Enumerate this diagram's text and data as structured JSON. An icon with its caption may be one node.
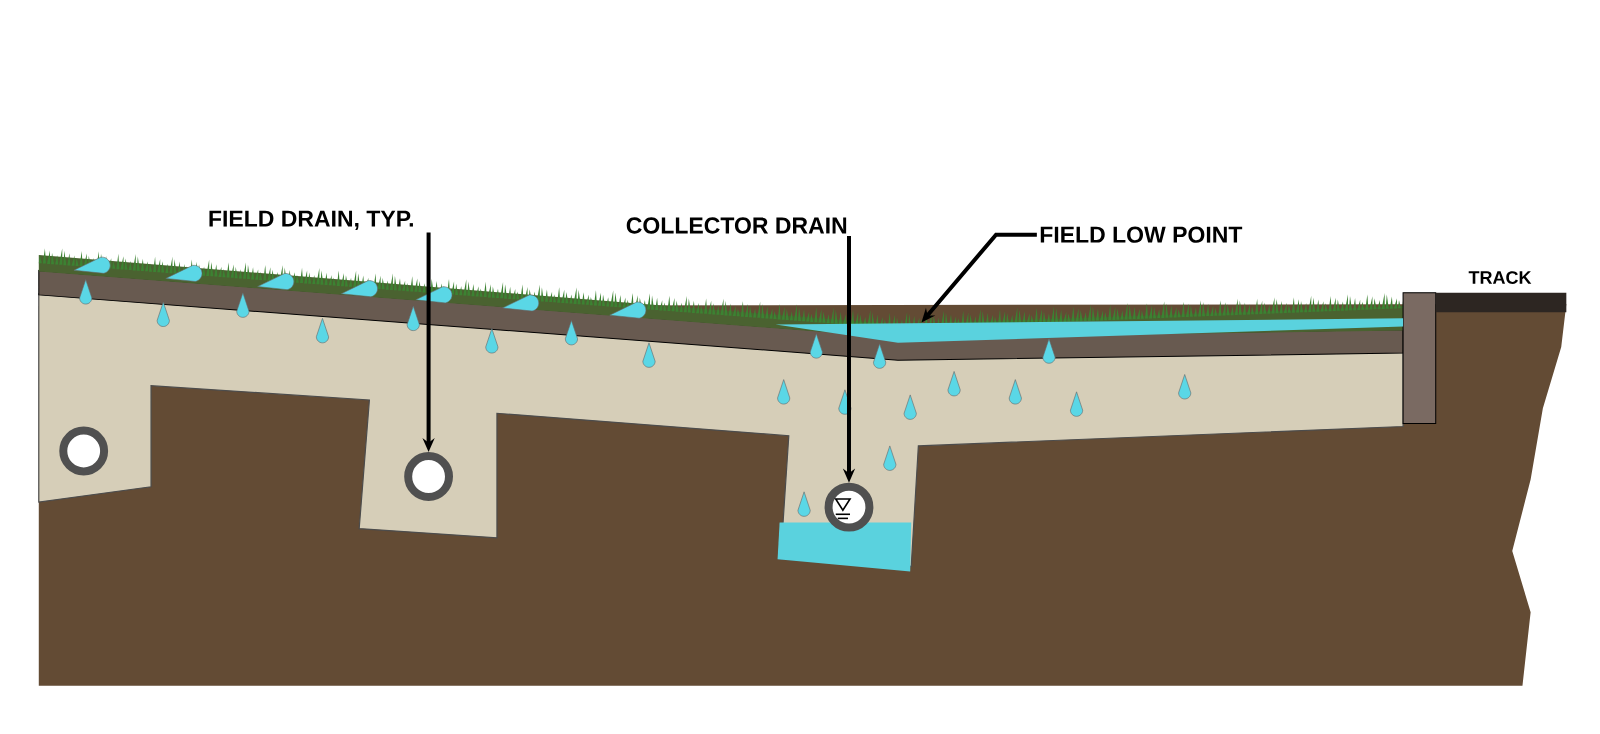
{
  "diagram": {
    "nodes": [
      {
        "text": [],
        "shape": "circle"
      },
      {
        "text": [
          "FIELD DRAIN, TYP."
        ]
      },
      {
        "text": [],
        "shape": "circle"
      },
      {
        "text": [
          "COLLECTOR DRAIN"
        ]
      },
      {
        "text": [],
        "shape": "circle"
      },
      {
        "text": [
          "FIELD LOW POINT"
        ]
      },
      {
        "text": [],
        "shape": "wedge"
      }
    ],
    "edges": [
      {
        "from": 1,
        "to": 2,
        "arrow": "to"
      },
      {
        "from": 3,
        "to": 4,
        "arrow": "to"
      },
      {
        "from": 5,
        "to": 6,
        "arrow": "to"
      }
    ],
    "labels": [
      "TRACK"
    ]
  }
}
